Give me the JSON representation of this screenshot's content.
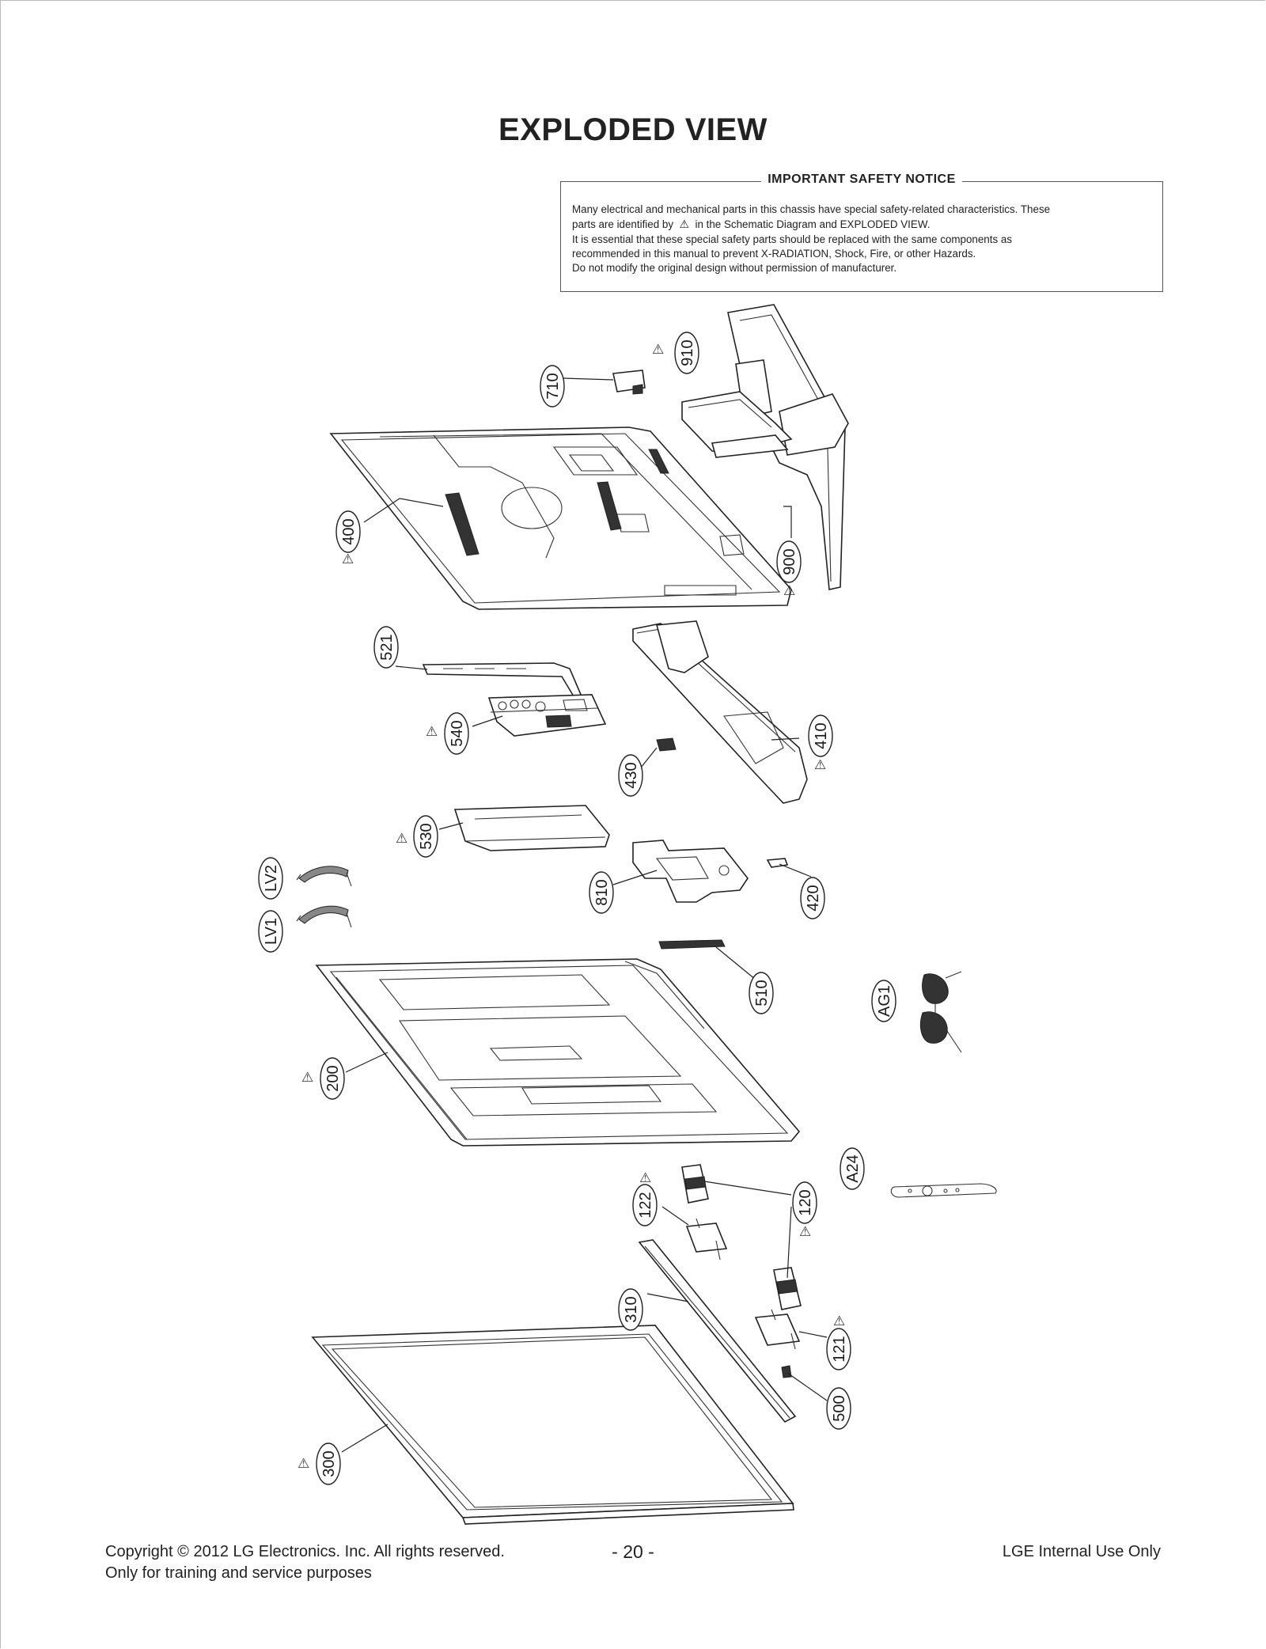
{
  "page": {
    "title": "EXPLODED VIEW"
  },
  "notice": {
    "heading": "IMPORTANT SAFETY NOTICE",
    "line1": "Many electrical and mechanical parts in this chassis have special safety-related characteristics. These",
    "line2_before": "parts are identified by",
    "line2_after": "in the Schematic Diagram and EXPLODED VIEW.",
    "line3": "It is essential that these special safety parts should be replaced with the same components as",
    "line4": "recommended in this manual to prevent X-RADIATION, Shock, Fire, or other Hazards.",
    "line5": "Do not modify the original design without permission of manufacturer.",
    "warning_icon": "warning-triangle-icon"
  },
  "callouts": {
    "c910": "910",
    "c710": "710",
    "c400": "400",
    "c900": "900",
    "c521": "521",
    "c540": "540",
    "c430": "430",
    "c410": "410",
    "c530": "530",
    "c810": "810",
    "c420": "420",
    "cLV2": "LV2",
    "cLV1": "LV1",
    "c510": "510",
    "cAG1": "AG1",
    "c200": "200",
    "cA24": "A24",
    "c122": "122",
    "c120": "120",
    "c310": "310",
    "c121": "121",
    "c500": "500",
    "c300": "300"
  },
  "footer": {
    "copyright": "Copyright  © 2012  LG Electronics. Inc. All rights reserved.",
    "purpose": "Only for training and service purposes",
    "page_number": "- 20 -",
    "internal": "LGE Internal Use Only"
  }
}
